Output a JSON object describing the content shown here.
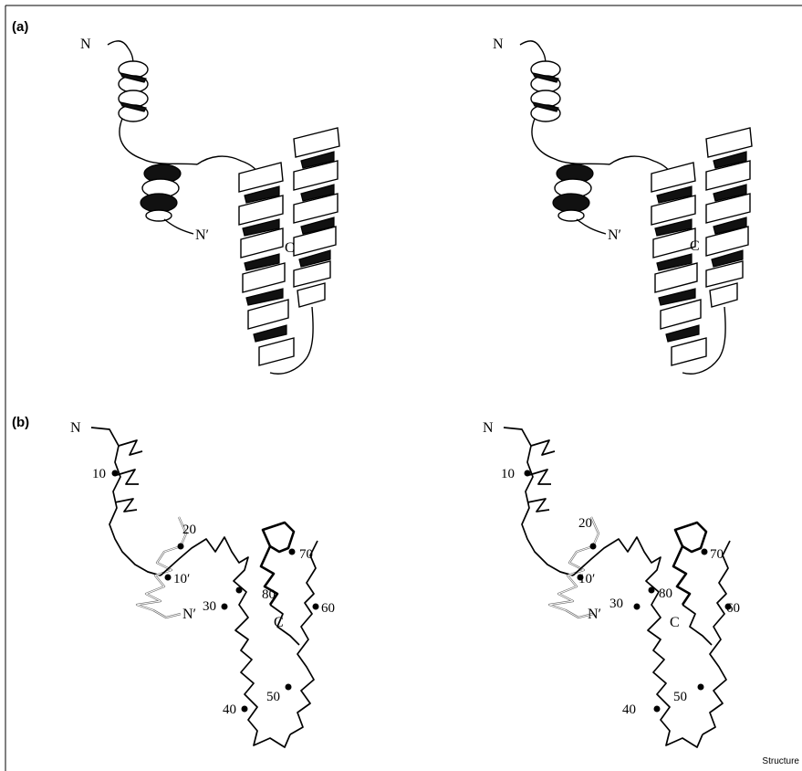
{
  "panels": {
    "a": {
      "label": "(a)",
      "terminus_n": "N",
      "terminus_n_prime": "N′",
      "terminus_c": "C"
    },
    "b": {
      "label": "(b)",
      "terminus_n": "N",
      "terminus_n_prime": "N′",
      "terminus_c": "C",
      "residue_labels": [
        "10",
        "20",
        "10′",
        "30",
        "80",
        "70",
        "60",
        "40",
        "50"
      ]
    }
  },
  "footer": {
    "credit": "Structure"
  },
  "colors": {
    "ink": "#000000",
    "background": "#ffffff",
    "partner_chain": "#666666"
  }
}
